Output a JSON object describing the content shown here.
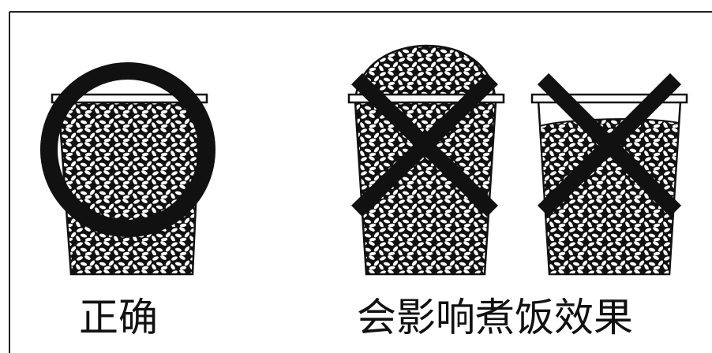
{
  "captions": {
    "correct": "正确",
    "incorrect": "会影响煮饭效果"
  },
  "cups": [
    {
      "fill": "level",
      "mark": "correct",
      "mark_symbol": "circle"
    },
    {
      "fill": "overfilled",
      "mark": "incorrect",
      "mark_symbol": "cross"
    },
    {
      "fill": "underfilled",
      "mark": "incorrect",
      "mark_symbol": "cross"
    }
  ],
  "colors": {
    "ink": "#111111",
    "background": "#ffffff",
    "grain": "#ffffff"
  }
}
